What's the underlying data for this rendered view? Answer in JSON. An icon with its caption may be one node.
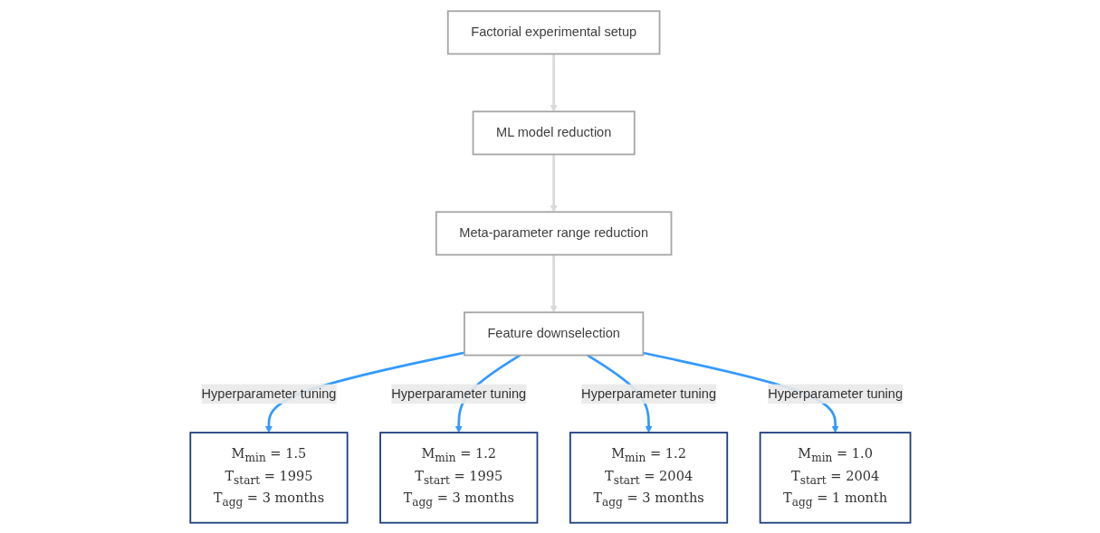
{
  "diagram": {
    "nodes": [
      {
        "text": [
          "Factorial experimental setup"
        ]
      },
      {
        "text": [
          "ML model reduction"
        ]
      },
      {
        "text": [
          "Meta-parameter range reduction"
        ]
      },
      {
        "text": [
          "Feature downselection"
        ]
      },
      {
        "text": [
          "M$_{min}$ = 1.5",
          "T$_{start}$ = 1995",
          "T$_{agg}$ = 3 months"
        ]
      },
      {
        "text": [
          "M$_{min}$ = 1.2",
          "T$_{start}$ = 1995",
          "T$_{agg}$ = 3 months"
        ]
      },
      {
        "text": [
          "M$_{min}$ = 1.2",
          "T$_{start}$ = 2004",
          "T$_{agg}$ = 3 months"
        ]
      },
      {
        "text": [
          "M$_{min}$ = 1.0",
          "T$_{start}$ = 2004",
          "T$_{agg}$ = 1 month"
        ]
      }
    ],
    "edges": [
      {
        "from": 0,
        "to": 1,
        "arrow": "to",
        "color": "#d9d9d9"
      },
      {
        "from": 1,
        "to": 2,
        "arrow": "to",
        "color": "#d9d9d9"
      },
      {
        "from": 2,
        "to": 3,
        "arrow": "to",
        "color": "#d9d9d9"
      },
      {
        "from": 3,
        "to": 4,
        "arrow": "to",
        "label": "Hyperparameter tuning"
      },
      {
        "from": 3,
        "to": 5,
        "arrow": "to",
        "label": "Hyperparameter tuning"
      },
      {
        "from": 3,
        "to": 6,
        "arrow": "to",
        "label": "Hyperparameter tuning"
      },
      {
        "from": 3,
        "to": 7,
        "arrow": "to",
        "label": "Hyperparameter tuning"
      }
    ]
  }
}
